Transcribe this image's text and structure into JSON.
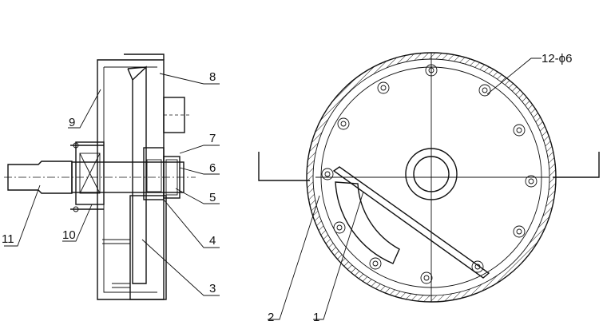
{
  "diagram": {
    "part_labels": [
      "8",
      "9",
      "7",
      "6",
      "5",
      "11",
      "10",
      "4",
      "3",
      "2",
      "1"
    ],
    "dimension_note": "12-ϕ6"
  }
}
